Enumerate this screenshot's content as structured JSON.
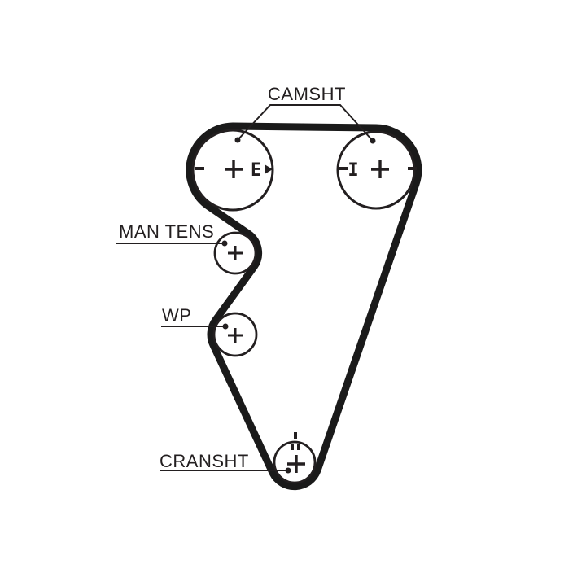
{
  "page": {
    "background": "#ffffff"
  },
  "diagram": {
    "type": "timing-belt-routing",
    "colors": {
      "belt": "#1a1a1a",
      "outline": "#231f20",
      "text": "#231f20"
    },
    "labels": {
      "camshaft": "CAMSHT",
      "tensioner": "MAN TENS",
      "water_pump": "WP",
      "crankshaft": "CRANSHT"
    },
    "pulleys": {
      "cam_left": {
        "left_mark": "-",
        "center_mark": "+",
        "exhaust_mark": "E",
        "direction_arrow": "right"
      },
      "cam_right": {
        "left_mark": "-",
        "intake_mark": "I",
        "center_mark": "+",
        "right_mark": "-"
      },
      "tensioner": {
        "center_mark": "+"
      },
      "water_pump": {
        "center_mark": "+"
      },
      "crankshaft": {
        "center_mark": "+",
        "timing_marks": "||"
      }
    }
  }
}
